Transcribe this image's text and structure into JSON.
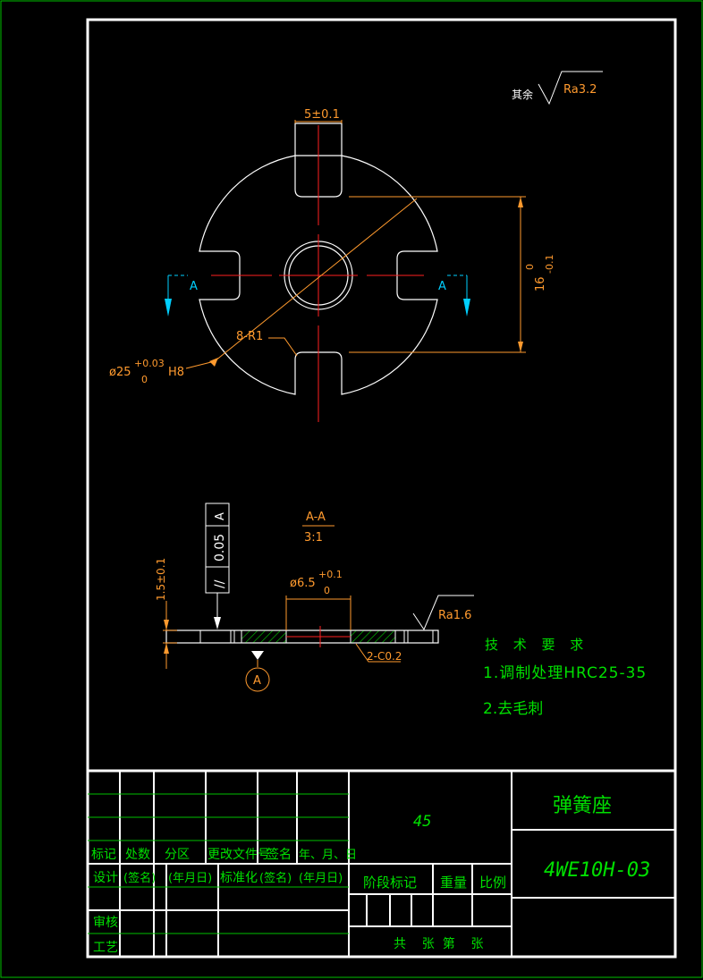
{
  "colors": {
    "background": "#000000",
    "frame": "#ffffff",
    "outer_border": "#00c000",
    "part_outline": "#ffffff",
    "centerline": "#ff2020",
    "dimension": "#ff9a2e",
    "section_marker": "#00cfff",
    "hatch": "#00d000",
    "title_text": "#00e000",
    "notes_text": "#00e000"
  },
  "surface_finish": {
    "prefix": "其余",
    "value": "Ra3.2"
  },
  "top_view": {
    "slot_width_dim": "5±0.1",
    "height_dim_main": "16",
    "height_dim_upper": "0",
    "height_dim_lower": "-0.1",
    "diameter_dim_main": "ø25",
    "diameter_dim_upper": "+0.03",
    "diameter_dim_lower": "0",
    "diameter_dim_suffix": "H8",
    "radius_dim": "8-R1",
    "section_label_left": "A",
    "section_label_right": "A"
  },
  "section_view": {
    "title": "A-A",
    "scale": "3:1",
    "thickness_dim": "1.5±0.1",
    "bore_dim_main": "ø6.5",
    "bore_dim_upper": "+0.1",
    "bore_dim_lower": "0",
    "chamfer_dim": "2-C0.2",
    "finish": "Ra1.6",
    "tolerance_symbol": "//",
    "tolerance_value": "0.05",
    "tolerance_datum": "A",
    "datum_label": "A"
  },
  "tech_requirements": {
    "heading": "技 术 要 求",
    "items": [
      "1.调制处理HRC25-35",
      "2.去毛刺"
    ]
  },
  "title_block": {
    "material": "45",
    "part_name": "弹簧座",
    "drawing_number": "4WE10H-03",
    "revision_headers": [
      "标记",
      "处数",
      "分区",
      "更改文件号",
      "签名",
      "年、月、日"
    ],
    "row_design": [
      "设计",
      "(签名)",
      "(年月日)",
      "标准化",
      "(签名)",
      "(年月日)"
    ],
    "row_check": "审核",
    "row_process": "工艺",
    "stage_label": "阶段标记",
    "weight_label": "重量",
    "scale_label": "比例",
    "sheets_label": "共    张  第    张"
  }
}
